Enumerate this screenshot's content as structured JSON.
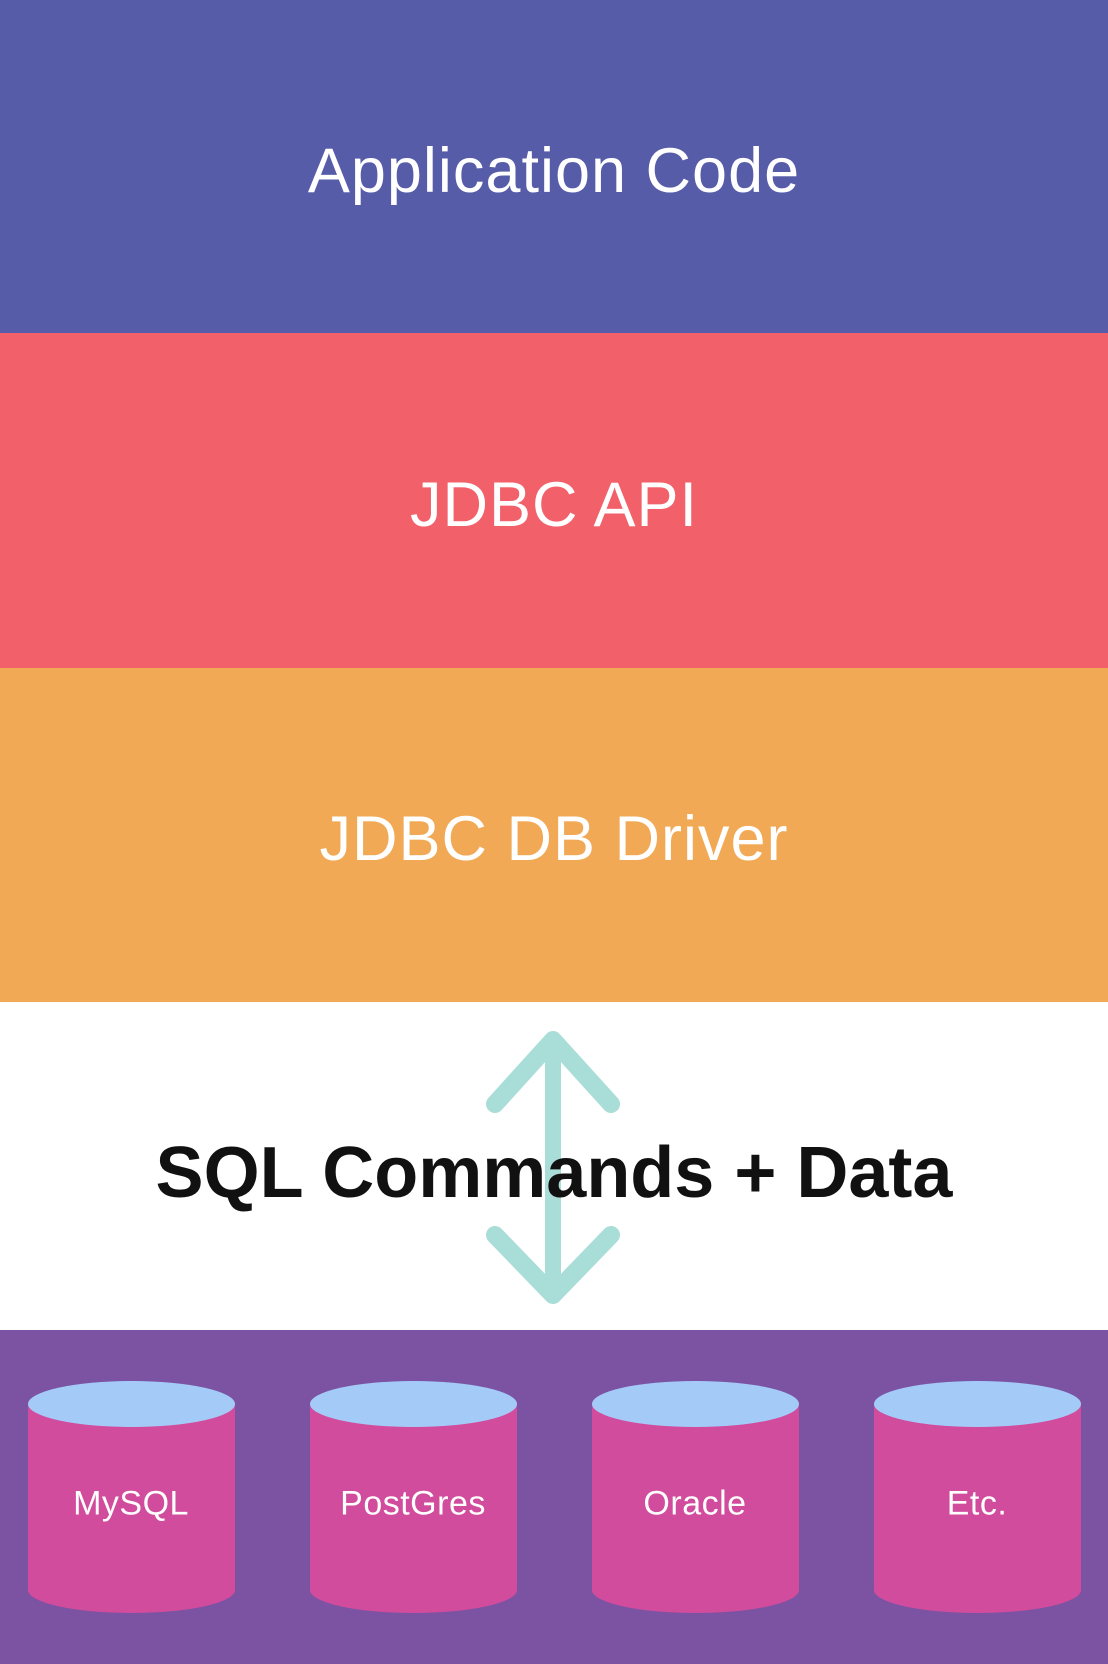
{
  "layers": [
    {
      "id": "application-code",
      "label": "Application Code",
      "bg": "#575CA8",
      "text_color": "#FFFFFF"
    },
    {
      "id": "jdbc-api",
      "label": "JDBC API",
      "bg": "#F2606A",
      "text_color": "#FFFFFF"
    },
    {
      "id": "jdbc-db-driver",
      "label": "JDBC DB Driver",
      "bg": "#F2A956",
      "text_color": "#FFFFFF"
    }
  ],
  "transport": {
    "label": "SQL Commands + Data",
    "arrow_icon": "vertical-double-headed-arrow-icon",
    "arrow_direction": "bidirectional-vertical",
    "bg": "#FFFFFF",
    "text_color": "#111111",
    "arrow_color": "#A9DDD8"
  },
  "databases": {
    "bg": "#7C52A2",
    "cylinder_body_color": "#D14C9D",
    "cylinder_top_color": "#A4CBF8",
    "label_color": "#FFFFFF",
    "icon": "database-cylinder-icon",
    "items": [
      {
        "label": "MySQL"
      },
      {
        "label": "PostGres"
      },
      {
        "label": "Oracle"
      },
      {
        "label": "Etc."
      }
    ]
  },
  "colors": {
    "layer-app": "#575CA8",
    "layer-api": "#F2606A",
    "layer-driver": "#F2A956",
    "transport-bg": "#FFFFFF",
    "transport-text": "#111111",
    "arrow-color": "#A9DDD8",
    "db-bg": "#7C52A2",
    "cyl-body": "#D14C9D",
    "cyl-top": "#A4CBF8",
    "db-label-color": "#FFFFFF",
    "title-color": "#FFFFFF"
  }
}
